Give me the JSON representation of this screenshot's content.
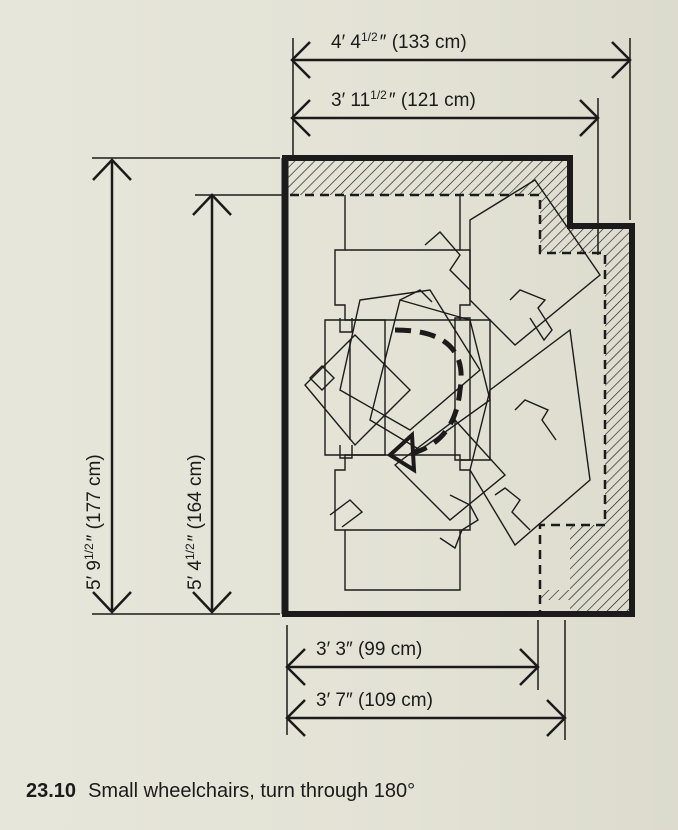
{
  "dimensions": {
    "outer_width": {
      "feet_inches": "4′ 4",
      "fraction": "1/2",
      "metric": "(133 cm)"
    },
    "inner_width": {
      "feet_inches": "3′ 11",
      "fraction": "1/2",
      "metric": "(121 cm)"
    },
    "outer_length": {
      "feet_inches": "5′ 9",
      "fraction": "1/2",
      "metric": "(177 cm)"
    },
    "inner_length": {
      "feet_inches": "5′ 4",
      "fraction": "1/2",
      "metric": "(164 cm)"
    },
    "clear_width_small": {
      "feet_inches": "3′ 3″",
      "metric": "(99 cm)"
    },
    "clear_width_large": {
      "feet_inches": "3′ 7″",
      "metric": "(109 cm)"
    }
  },
  "caption": {
    "number": "23.10",
    "text": "Small wheelchairs, turn through 180°"
  },
  "colors": {
    "ink": "#1b1b1b",
    "paper": "#e4e3d7"
  }
}
